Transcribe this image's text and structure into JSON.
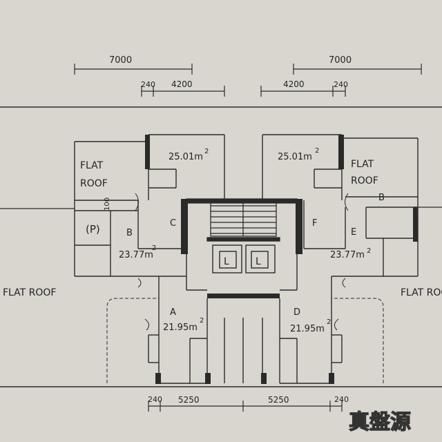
{
  "dimensions": {
    "top_left_span": "7000",
    "top_right_span": "7000",
    "top_left_wall": "240",
    "top_left_room": "4200",
    "top_right_room": "4200",
    "top_right_wall": "240",
    "bottom_left_wall": "240",
    "bottom_left_room": "5250",
    "bottom_right_room": "5250",
    "bottom_right_wall": "240"
  },
  "labels": {
    "flat_roof": "FLAT ROOF",
    "flat": "FLAT",
    "roof": "ROOF",
    "unit_a": "A",
    "unit_b": "B",
    "unit_c": "C",
    "unit_d": "D",
    "unit_e": "E",
    "unit_f": "F",
    "lift": "L",
    "pipe": "(P)",
    "bay": "B",
    "side_mark": "100"
  },
  "areas": {
    "c_area": "25.01m",
    "f_area": "25.01m",
    "b_area": "23.77m",
    "e_area": "23.77m",
    "a_area": "21.95m",
    "d_area": "21.95m",
    "sq": "2"
  },
  "watermark": "真盤源",
  "colors": {
    "paper": "#d9d6d0",
    "ink": "#2a2a2a"
  }
}
